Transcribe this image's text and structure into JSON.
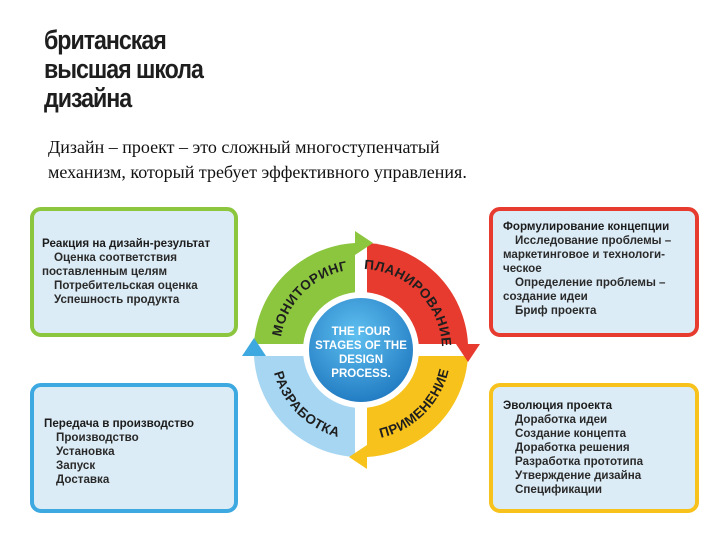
{
  "logo": {
    "lines": [
      "британская",
      "высшая школа",
      "дизайна"
    ]
  },
  "intro": {
    "line1": "Дизайн – проект – это сложный многоступенчатый",
    "line2": "механизм, который требует эффективного управления."
  },
  "center": {
    "line1": "THE FOUR",
    "line2": "STAGES OF THE",
    "line3": "DESIGN",
    "line4": "PROCESS."
  },
  "quadrants": {
    "monitoring": "МОНИТОРИНГ",
    "planning": "ПЛАНИРОВАНИЕ",
    "development": "РАЗРАБОТКА",
    "application": "ПРИМЕНЕНИЕ"
  },
  "box_tl": {
    "title": "Реакция на дизайн-результат",
    "items": [
      "Оценка соответствия",
      "поставленным целям",
      "Потребительская оценка",
      "Успешность продукта"
    ]
  },
  "box_tr": {
    "title": "Формулирование концепции",
    "items": [
      "Исследование проблемы –",
      "маркетинговое и технологи-",
      "ческое",
      "Определение проблемы –",
      "создание идеи",
      "Бриф проекта"
    ]
  },
  "box_bl": {
    "title": "Передача в производство",
    "items": [
      "Производство",
      "Установка",
      "Запуск",
      "Доставка"
    ]
  },
  "box_br": {
    "title": "Эволюция проекта",
    "items": [
      "Доработка идеи",
      "Создание концепта",
      "Доработка решения",
      "Разработка прототипа",
      "Утверждение дизайна",
      "Спецификации"
    ]
  },
  "colors": {
    "green": "#8cc63f",
    "red": "#e63b2e",
    "yellow": "#f7c21b",
    "blue": "#3da9e0",
    "box_fill": "#dcecf6",
    "center_fill": "#2a8fd0"
  }
}
